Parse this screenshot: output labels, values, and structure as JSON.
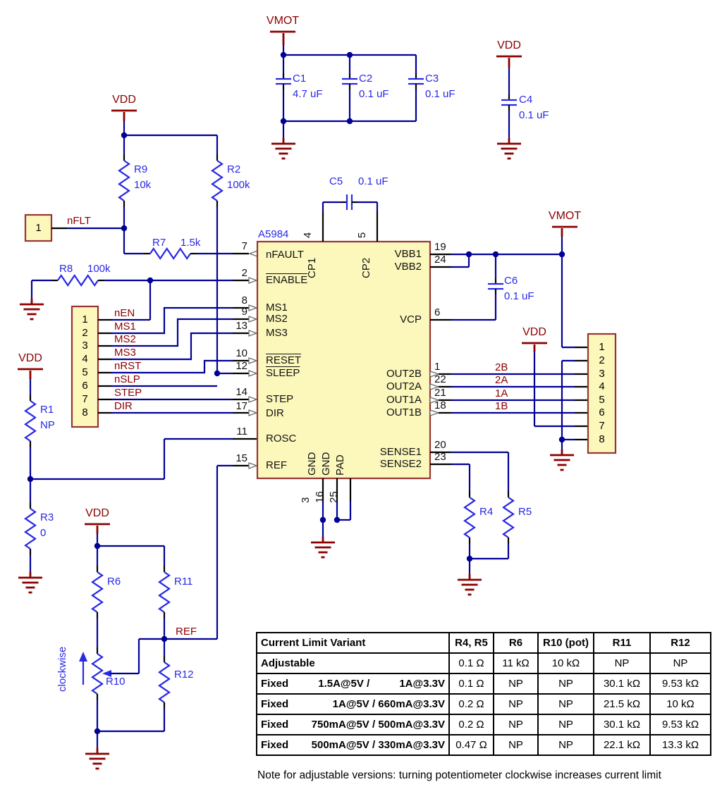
{
  "ic": {
    "part_label": "A5984",
    "left_pins": [
      {
        "num": "7",
        "label": "nFAULT"
      },
      {
        "num": "2",
        "label": "ENABLE"
      },
      {
        "num": "8",
        "label": "MS1"
      },
      {
        "num": "9",
        "label": "MS2"
      },
      {
        "num": "13",
        "label": "MS3"
      },
      {
        "num": "10",
        "label": "RESET"
      },
      {
        "num": "12",
        "label": "SLEEP"
      },
      {
        "num": "14",
        "label": "STEP"
      },
      {
        "num": "17",
        "label": "DIR"
      },
      {
        "num": "11",
        "label": "ROSC"
      },
      {
        "num": "15",
        "label": "REF"
      }
    ],
    "right_pins": [
      {
        "num": "19",
        "label": "VBB1"
      },
      {
        "num": "24",
        "label": "VBB2"
      },
      {
        "num": "6",
        "label": "VCP"
      },
      {
        "num": "1",
        "label": "OUT2B"
      },
      {
        "num": "22",
        "label": "OUT2A"
      },
      {
        "num": "21",
        "label": "OUT1A"
      },
      {
        "num": "18",
        "label": "OUT1B"
      },
      {
        "num": "20",
        "label": "SENSE1"
      },
      {
        "num": "23",
        "label": "SENSE2"
      }
    ],
    "top_pins": [
      {
        "num": "4",
        "label": "CP1"
      },
      {
        "num": "5",
        "label": "CP2"
      }
    ],
    "bottom_pins": [
      {
        "num": "3",
        "label": "GND"
      },
      {
        "num": "16",
        "label": "GND"
      },
      {
        "num": "25",
        "label": "PAD"
      }
    ]
  },
  "components": {
    "c1": {
      "name": "C1",
      "value": "4.7 uF"
    },
    "c2": {
      "name": "C2",
      "value": "0.1 uF"
    },
    "c3": {
      "name": "C3",
      "value": "0.1 uF"
    },
    "c4": {
      "name": "C4",
      "value": "0.1 uF"
    },
    "c5": {
      "name": "C5",
      "value": "0.1 uF"
    },
    "c6": {
      "name": "C6",
      "value": "0.1 uF"
    },
    "r1": {
      "name": "R1",
      "value": "NP"
    },
    "r2": {
      "name": "R2",
      "value": "100k"
    },
    "r3": {
      "name": "R3",
      "value": "0"
    },
    "r4": {
      "name": "R4"
    },
    "r5": {
      "name": "R5"
    },
    "r6": {
      "name": "R6"
    },
    "r7": {
      "name": "R7",
      "value": "1.5k"
    },
    "r8": {
      "name": "R8",
      "value": "100k"
    },
    "r9": {
      "name": "R9",
      "value": "10k"
    },
    "r10": {
      "name": "R10"
    },
    "r11": {
      "name": "R11"
    },
    "r12": {
      "name": "R12"
    }
  },
  "power_labels": {
    "vmot": "VMOT",
    "vdd": "VDD"
  },
  "net_labels": {
    "nflt": "nFLT",
    "ref": "REF",
    "out2b": "2B",
    "out2a": "2A",
    "out1a": "1A",
    "out1b": "1B",
    "clockwise": "clockwise"
  },
  "fault_pin": {
    "number": "1"
  },
  "left_connector": {
    "pin_numbers": [
      "1",
      "2",
      "3",
      "4",
      "5",
      "6",
      "7",
      "8"
    ],
    "signals": [
      "nEN",
      "MS1",
      "MS2",
      "MS3",
      "nRST",
      "nSLP",
      "STEP",
      "DIR"
    ]
  },
  "right_connector": {
    "pin_numbers": [
      "1",
      "2",
      "3",
      "4",
      "5",
      "6",
      "7",
      "8"
    ]
  },
  "table": {
    "headers": [
      "Current Limit Variant",
      "R4, R5",
      "R6",
      "R10 (pot)",
      "R11",
      "R12"
    ],
    "rows": [
      {
        "variant": [
          "Adjustable"
        ],
        "values": [
          "0.1 Ω",
          "11 kΩ",
          "10 kΩ",
          "NP",
          "NP"
        ]
      },
      {
        "variant": [
          "Fixed",
          "1.5A@5V /",
          "1A@3.3V"
        ],
        "values": [
          "0.1 Ω",
          "NP",
          "NP",
          "30.1 kΩ",
          "9.53 kΩ"
        ]
      },
      {
        "variant": [
          "Fixed",
          "1A@5V / 660mA@3.3V"
        ],
        "values": [
          "0.2 Ω",
          "NP",
          "NP",
          "21.5 kΩ",
          "10 kΩ"
        ]
      },
      {
        "variant": [
          "Fixed",
          "750mA@5V / 500mA@3.3V"
        ],
        "values": [
          "0.2 Ω",
          "NP",
          "NP",
          "30.1 kΩ",
          "9.53 kΩ"
        ]
      },
      {
        "variant": [
          "Fixed",
          "500mA@5V / 330mA@3.3V"
        ],
        "values": [
          "0.47 Ω",
          "NP",
          "NP",
          "22.1 kΩ",
          "13.3 kΩ"
        ]
      }
    ]
  },
  "note": "Note for adjustable versions: turning potentiometer clockwise increases current limit"
}
